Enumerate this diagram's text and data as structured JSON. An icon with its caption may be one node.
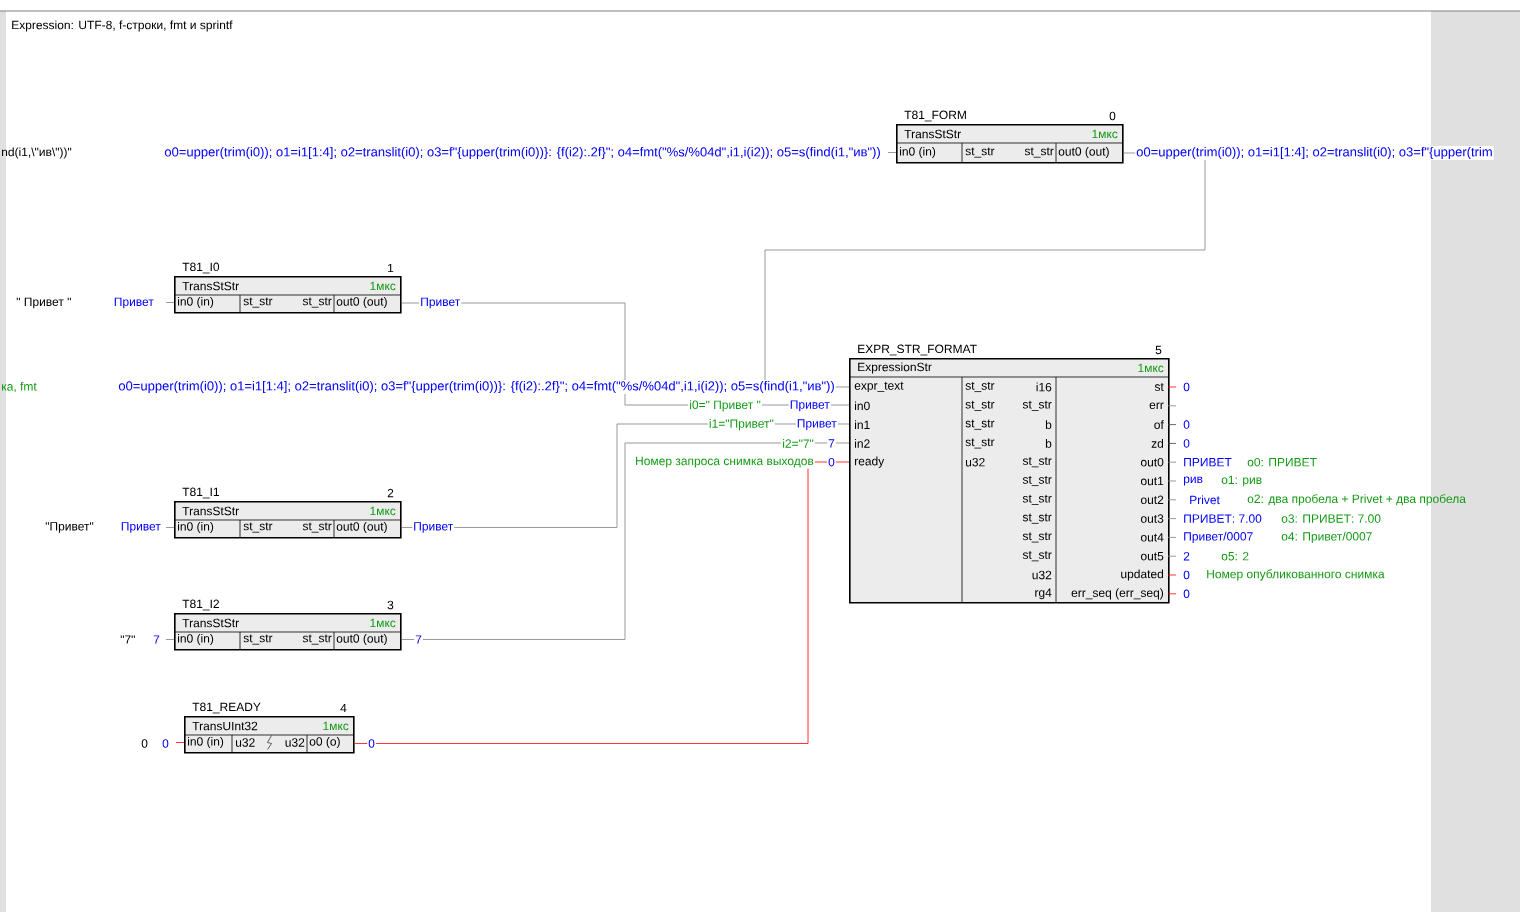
{
  "diagram": {
    "title": "Expression: UTF-8, f-строки, fmt и sprintf",
    "nodes": [
      {
        "text": [
          "T81_FORM",
          "0",
          "TransStStr",
          "1мкс",
          "in0 (in)",
          "st_str",
          "st_str",
          "out0 (out)"
        ],
        "beside": [
          "o0=upper(trim(i0)); o1=i1[1:4]; o2=translit(i0); o3=f\"{upper(trim(i0))}: {f(i2):.2f}\"; o4=fmt(\"%s/%04d\",i1,i(i2)); o5=s(find(i1,\"ив\"))",
          "o0=upper(trim(i0)); o1=i1[1:4]; o2=translit(i0); o3=f\"{upper(trim"
        ]
      },
      {
        "text": [
          "T81_I0",
          "1",
          "TransStStr",
          "1мкс",
          "in0 (in)",
          "st_str",
          "st_str",
          "out0 (out)"
        ],
        "beside": [
          "Привет",
          "Привет"
        ]
      },
      {
        "text": [
          "T81_I1",
          "2",
          "TransStStr",
          "1мкс",
          "in0 (in)",
          "st_str",
          "st_str",
          "out0 (out)"
        ],
        "beside": [
          "\"Привет\"",
          "Привет",
          "Привет"
        ]
      },
      {
        "text": [
          "T81_I2",
          "3",
          "TransStStr",
          "1мкс",
          "in0 (in)",
          "st_str",
          "st_str",
          "out0 (out)"
        ],
        "beside": [
          "\"7\"",
          "7",
          "7"
        ]
      },
      {
        "text": [
          "T81_READY",
          "4",
          "TransUInt32",
          "1мкс",
          "in0 (in)",
          "u32",
          "u32",
          "o0 (o)"
        ],
        "beside": [
          "0",
          "0",
          "0"
        ]
      },
      {
        "text": [
          "EXPR_STR_FORMAT",
          "5",
          "ExpressionStr",
          "1мкс",
          "expr_text",
          "in0",
          "in1",
          "in2",
          "ready",
          "st_str",
          "st_str",
          "st_str",
          "st_str",
          "u32",
          "i16",
          "st_str",
          "b",
          "b",
          "st_str",
          "st_str",
          "st_str",
          "st_str",
          "st_str",
          "st_str",
          "u32",
          "rg4",
          "st",
          "err",
          "of",
          "zd",
          "out0",
          "out1",
          "out2",
          "out3",
          "out4",
          "out5",
          "updated",
          "err_seq (err_seq)"
        ],
        "beside": [
          "o0=upper(trim(i0)); o1=i1[1:4]; o2=translit(i0); o3=f\"{upper(trim(i0))}: {f(i2):.2f}\"; o4=fmt(\"%s/%04d\",i1,i(i2)); o5=s(find(i1,\"ив\"))",
          "i0=\" Привет \"",
          "Привет",
          "i1=\"Привет\"",
          "Привет",
          "i2=\"7\"",
          "7",
          "Номер запроса снимка выходов",
          "0",
          "0",
          "0",
          "0",
          "ПРИВЕТ",
          "o0: ПРИВЕТ",
          "рив",
          "o1: рив",
          "Privet",
          "o2: два пробела + Privet + два пробела",
          "ПРИВЕТ: 7.00",
          "o3: ПРИВЕТ: 7.00",
          "Привет/0007",
          "o4: Привет/0007",
          "2",
          "o5: 2",
          "0",
          "Номер опубликованного снимка",
          "0"
        ]
      }
    ],
    "edges": [
      {
        "from": 0,
        "to": 5,
        "arrow": "none"
      },
      {
        "from": 1,
        "to": 5,
        "arrow": "none"
      },
      {
        "from": 2,
        "to": 5,
        "arrow": "none"
      },
      {
        "from": 3,
        "to": 5,
        "arrow": "none"
      },
      {
        "from": 4,
        "to": 5,
        "arrow": "none",
        "color": "#ff0000"
      }
    ],
    "labels": [
      "nd(i1,\\\"ив\\\"))\"",
      "\" Привет \"",
      "ка, fmt"
    ]
  }
}
